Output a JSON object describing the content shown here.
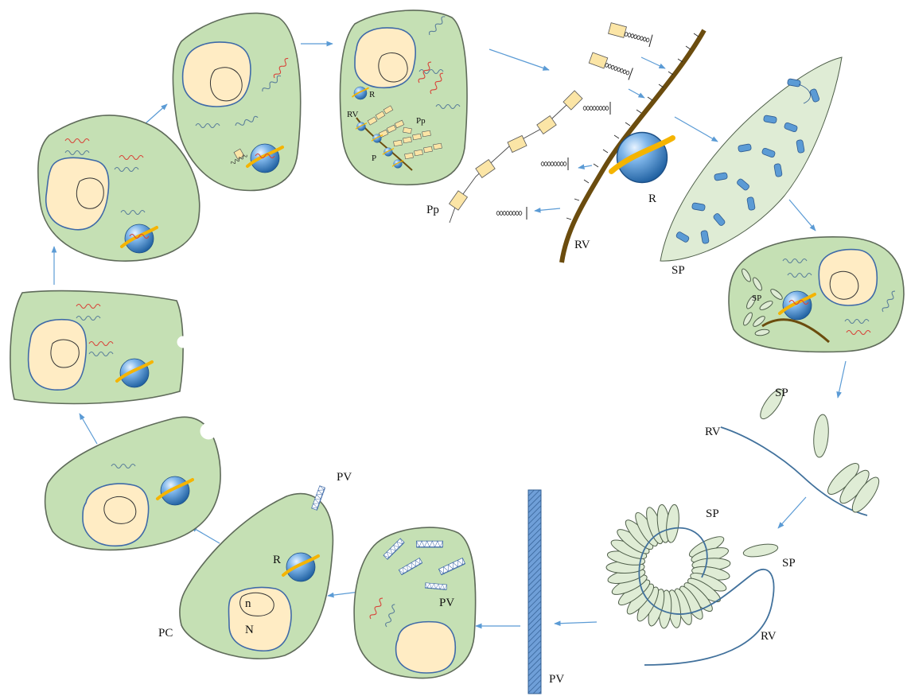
{
  "labels": {
    "r": "R",
    "rv": "RV",
    "p": "P",
    "pp": "Pp",
    "sp": "SP",
    "pv": "PV",
    "pc": "PC",
    "n_small": "n",
    "n_big": "N"
  },
  "colors": {
    "cytoplasm": "#c5e0b4",
    "nucleus": "#ffecc4",
    "arrow": "#5b9bd5",
    "viral_rna": "#d8443a",
    "host_rna": "#5b7f9a",
    "replication_vesicle_membrane": "#6b4c0e",
    "ribosome": "#4a90d9",
    "polyprotein": "#fbe5a6"
  }
}
